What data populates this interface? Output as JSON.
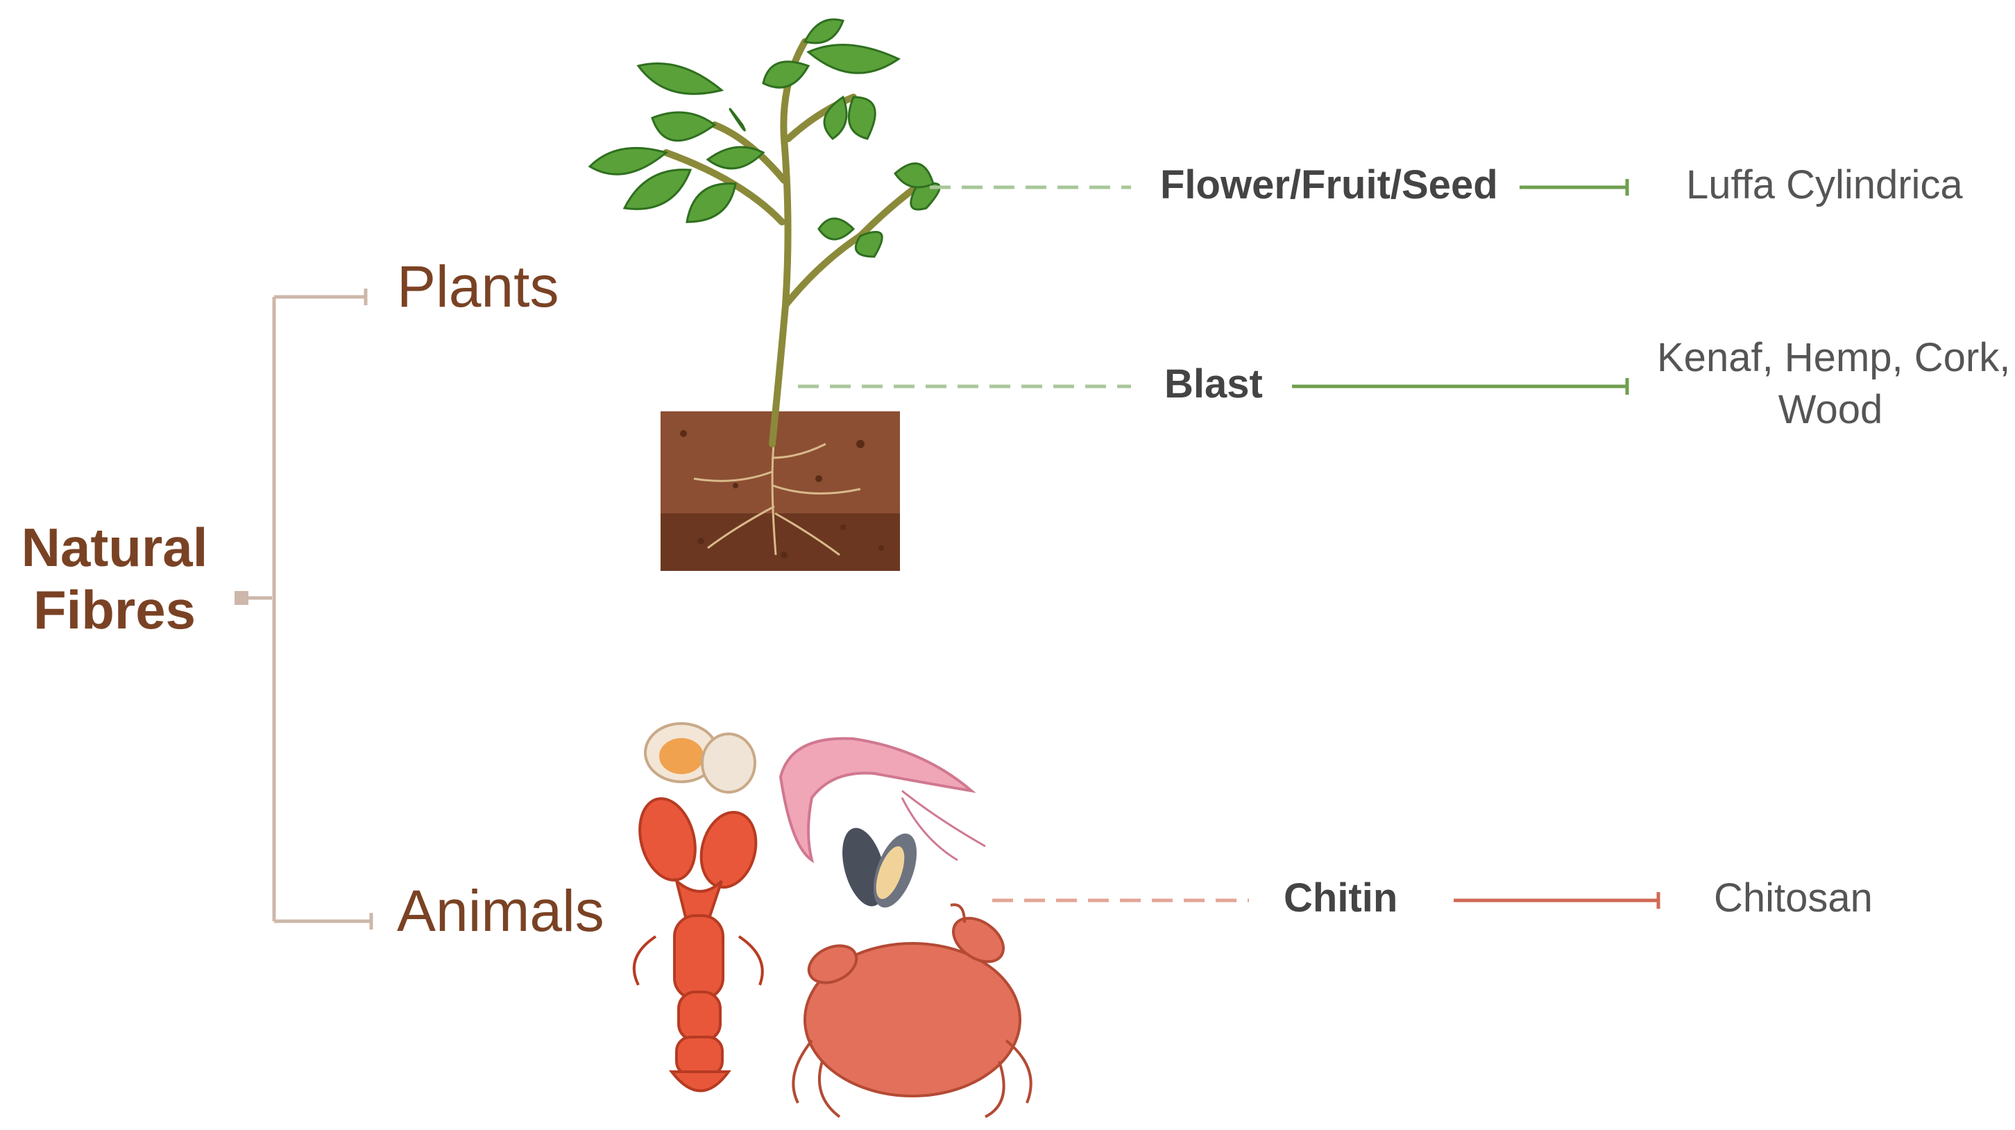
{
  "root": {
    "line1": "Natural",
    "line2": "Fibres"
  },
  "branches": {
    "plants": {
      "label": "Plants"
    },
    "animals": {
      "label": "Animals"
    }
  },
  "plant_sources": [
    {
      "label": "Flower/Fruit/Seed",
      "example": "Luffa Cylindrica"
    },
    {
      "label": "Blast",
      "example_line1": "Kenaf, Hemp, Cork,",
      "example_line2": "Wood"
    }
  ],
  "animal_sources": [
    {
      "label": "Chitin",
      "example": "Chitosan"
    }
  ],
  "colors": {
    "tree": "#cdb7aa",
    "root_text": "#7a4224",
    "plant_line": "#6f9f4f",
    "plant_dash": "#a9c79a",
    "animal_line": "#d06a55",
    "animal_dash": "#e2a596"
  },
  "icons": [
    "plant-in-soil-icon",
    "seafood-shellfish-icon"
  ]
}
